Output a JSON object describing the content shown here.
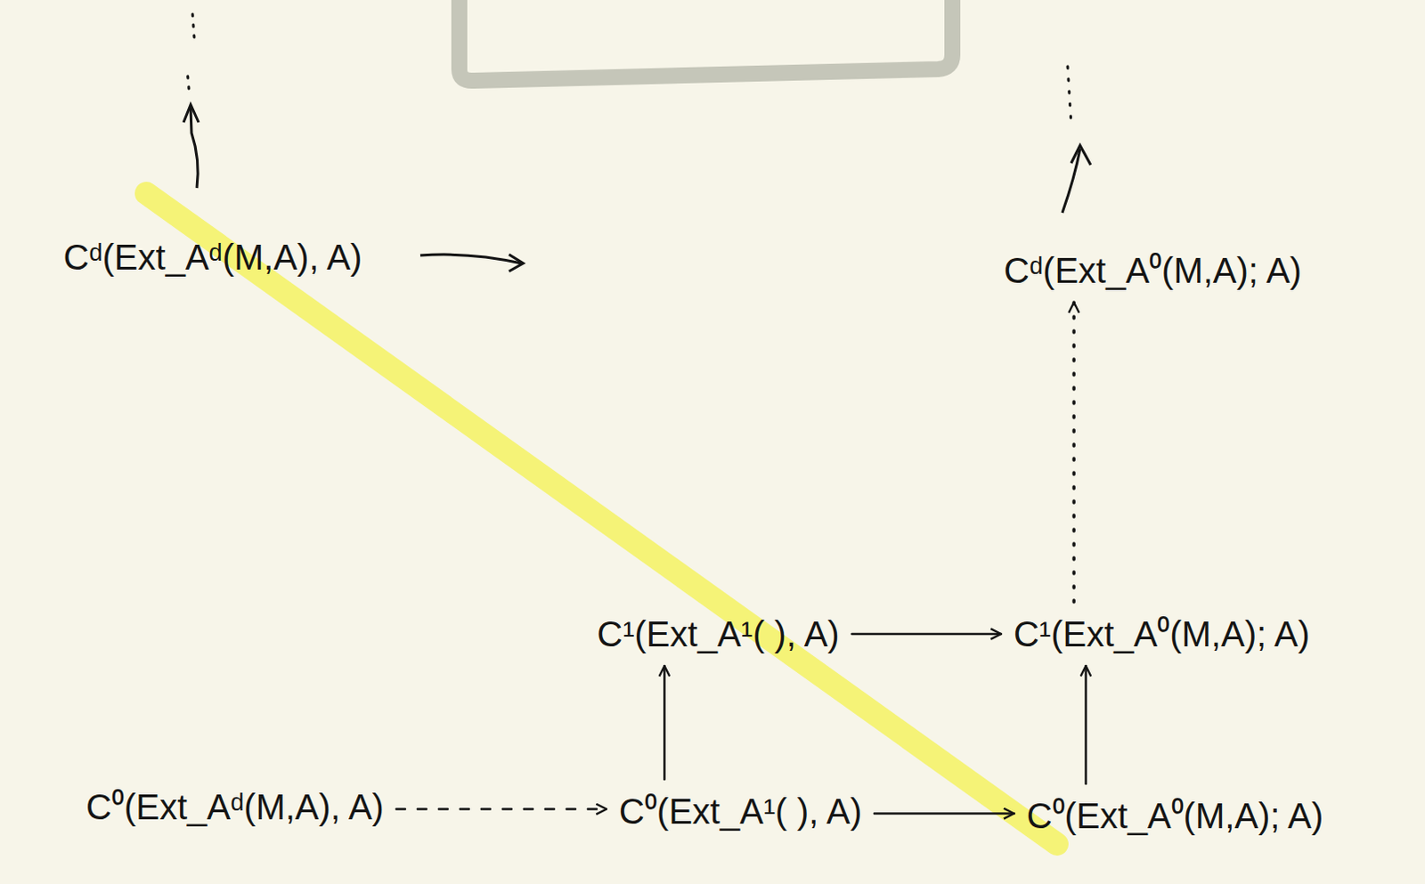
{
  "diagram": {
    "nodes": [
      {
        "text": [
          "Cᵈ(Ext_Aᵈ(M,A), A)"
        ]
      },
      {
        "text": [
          "Cᵈ(Ext_A⁰(M,A); A)"
        ]
      },
      {
        "text": [
          "C¹(Ext_A¹( ), A)"
        ]
      },
      {
        "text": [
          "C¹(Ext_A⁰(M,A); A)"
        ]
      },
      {
        "text": [
          "C⁰(Ext_Aᵈ(M,A), A)"
        ]
      },
      {
        "text": [
          "C⁰(Ext_A¹( ), A)"
        ]
      },
      {
        "text": [
          "C⁰(Ext_A⁰(M,A); A)"
        ]
      }
    ],
    "edges": [
      {
        "from": 4,
        "to": 5,
        "arrow": "to"
      },
      {
        "from": 5,
        "to": 6,
        "arrow": "to"
      },
      {
        "from": 5,
        "to": 2,
        "arrow": "to"
      },
      {
        "from": 6,
        "to": 3,
        "arrow": "to"
      },
      {
        "from": 2,
        "to": 3,
        "arrow": "to"
      },
      {
        "from": 3,
        "to": 1,
        "arrow": "to"
      }
    ]
  }
}
